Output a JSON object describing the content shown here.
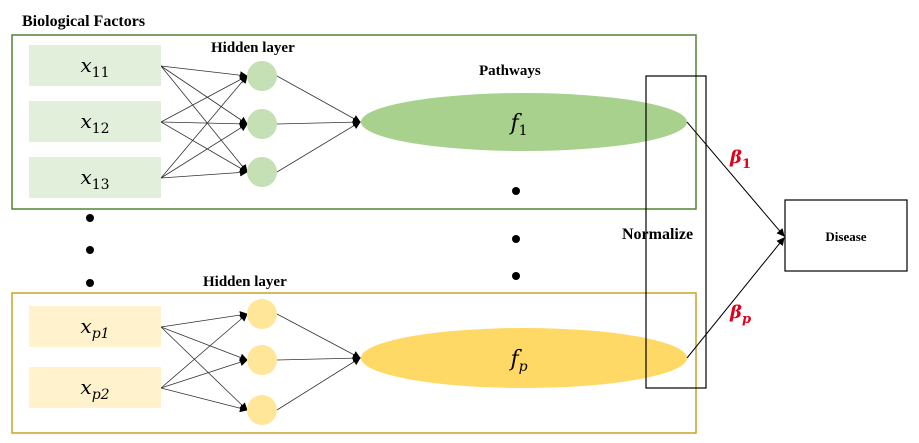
{
  "title": "Biological Factors",
  "groups": [
    {
      "hidden_layer_label": "Hidden layer",
      "pathways_label": "Pathways",
      "inputs": [
        {
          "base": "x",
          "sub": "11"
        },
        {
          "base": "x",
          "sub": "12"
        },
        {
          "base": "x",
          "sub": "13"
        }
      ],
      "pathway": {
        "base": "f",
        "sub": "1"
      },
      "weight": {
        "base": "β",
        "sub": "1"
      },
      "colors": {
        "border": "#548235",
        "input_fill": "#e2efda",
        "node_fill": "#c5e0b4",
        "pathway_fill": "#a9d18e"
      }
    },
    {
      "hidden_layer_label": "Hidden layer",
      "inputs": [
        {
          "base": "x",
          "sub": "p1"
        },
        {
          "base": "x",
          "sub": "p2"
        }
      ],
      "pathway": {
        "base": "f",
        "sub": "p"
      },
      "weight": {
        "base": "β",
        "sub": "p"
      },
      "colors": {
        "border": "#c9a227",
        "input_fill": "#fff2cc",
        "node_fill": "#ffe699",
        "pathway_fill": "#ffd966"
      }
    }
  ],
  "normalize_label": "Normalize",
  "disease_label": "Disease",
  "colors": {
    "weight_text": "#e0001b",
    "line": "#333333"
  }
}
